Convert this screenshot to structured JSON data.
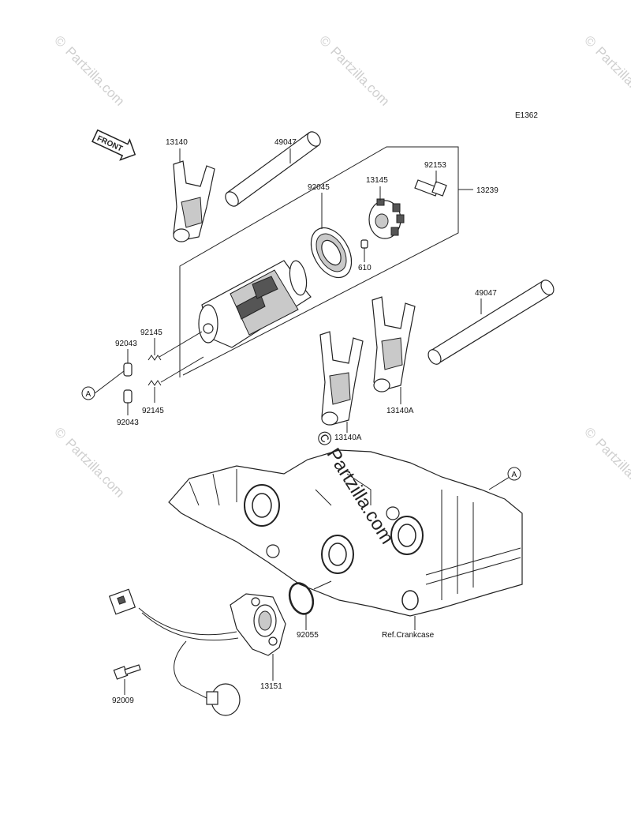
{
  "diagram_code": "E1362",
  "front_arrow_label": "FRONT",
  "watermark_text": "Partzilla.com",
  "watermark_center_text": "Partzilla.com",
  "ref_marker": "A",
  "parts": {
    "fork_13140": "13140",
    "shaft_upper": "49047",
    "bearing": "92045",
    "cam_plate": "13145",
    "bolt": "92153",
    "drum_assembly": "13239",
    "pin": "610",
    "spring_upper": "92145",
    "pin_upper": "92043",
    "spring_lower": "92145",
    "pin_lower": "92043",
    "shaft_lower": "49047",
    "fork_right": "13140A",
    "fork_left": "13140A",
    "o_ring": "92055",
    "crankcase_ref": "Ref.Crankcase",
    "sensor": "13151",
    "sensor_bolt": "92009"
  }
}
